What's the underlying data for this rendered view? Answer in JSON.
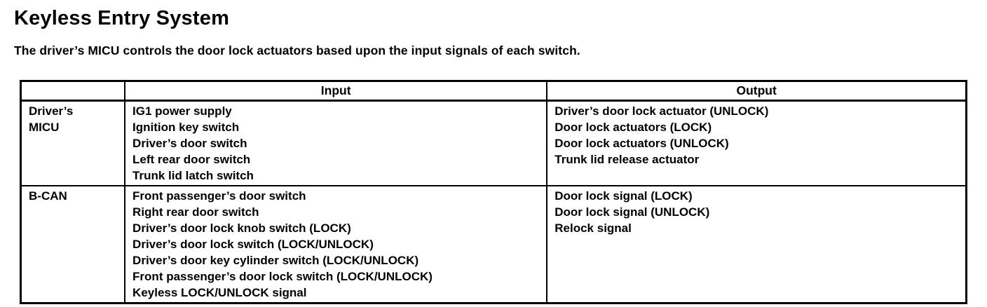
{
  "page": {
    "title": "Keyless Entry System",
    "intro": "The driver’s MICU controls the door lock actuators based upon the input signals of each switch."
  },
  "table": {
    "headers": {
      "source": "",
      "input": "Input",
      "output": "Output"
    },
    "rows": [
      {
        "source_lines": [
          "Driver’s",
          "MICU"
        ],
        "inputs": [
          "IG1 power supply",
          "Ignition key switch",
          "Driver’s door switch",
          "Left rear door switch",
          "Trunk lid latch switch"
        ],
        "outputs": [
          "Driver’s door lock actuator (UNLOCK)",
          "Door lock actuators (LOCK)",
          "Door lock actuators (UNLOCK)",
          "Trunk lid release actuator"
        ]
      },
      {
        "source_lines": [
          "B-CAN"
        ],
        "inputs": [
          "Front passenger’s door switch",
          "Right rear door switch",
          "Driver’s door lock knob switch (LOCK)",
          "Driver’s door lock switch (LOCK/UNLOCK)",
          "Driver’s door key cylinder switch (LOCK/UNLOCK)",
          "Front passenger’s door lock switch (LOCK/UNLOCK)",
          "Keyless LOCK/UNLOCK signal"
        ],
        "outputs": [
          "Door lock signal (LOCK)",
          "Door lock signal (UNLOCK)",
          "Relock signal"
        ]
      }
    ]
  }
}
